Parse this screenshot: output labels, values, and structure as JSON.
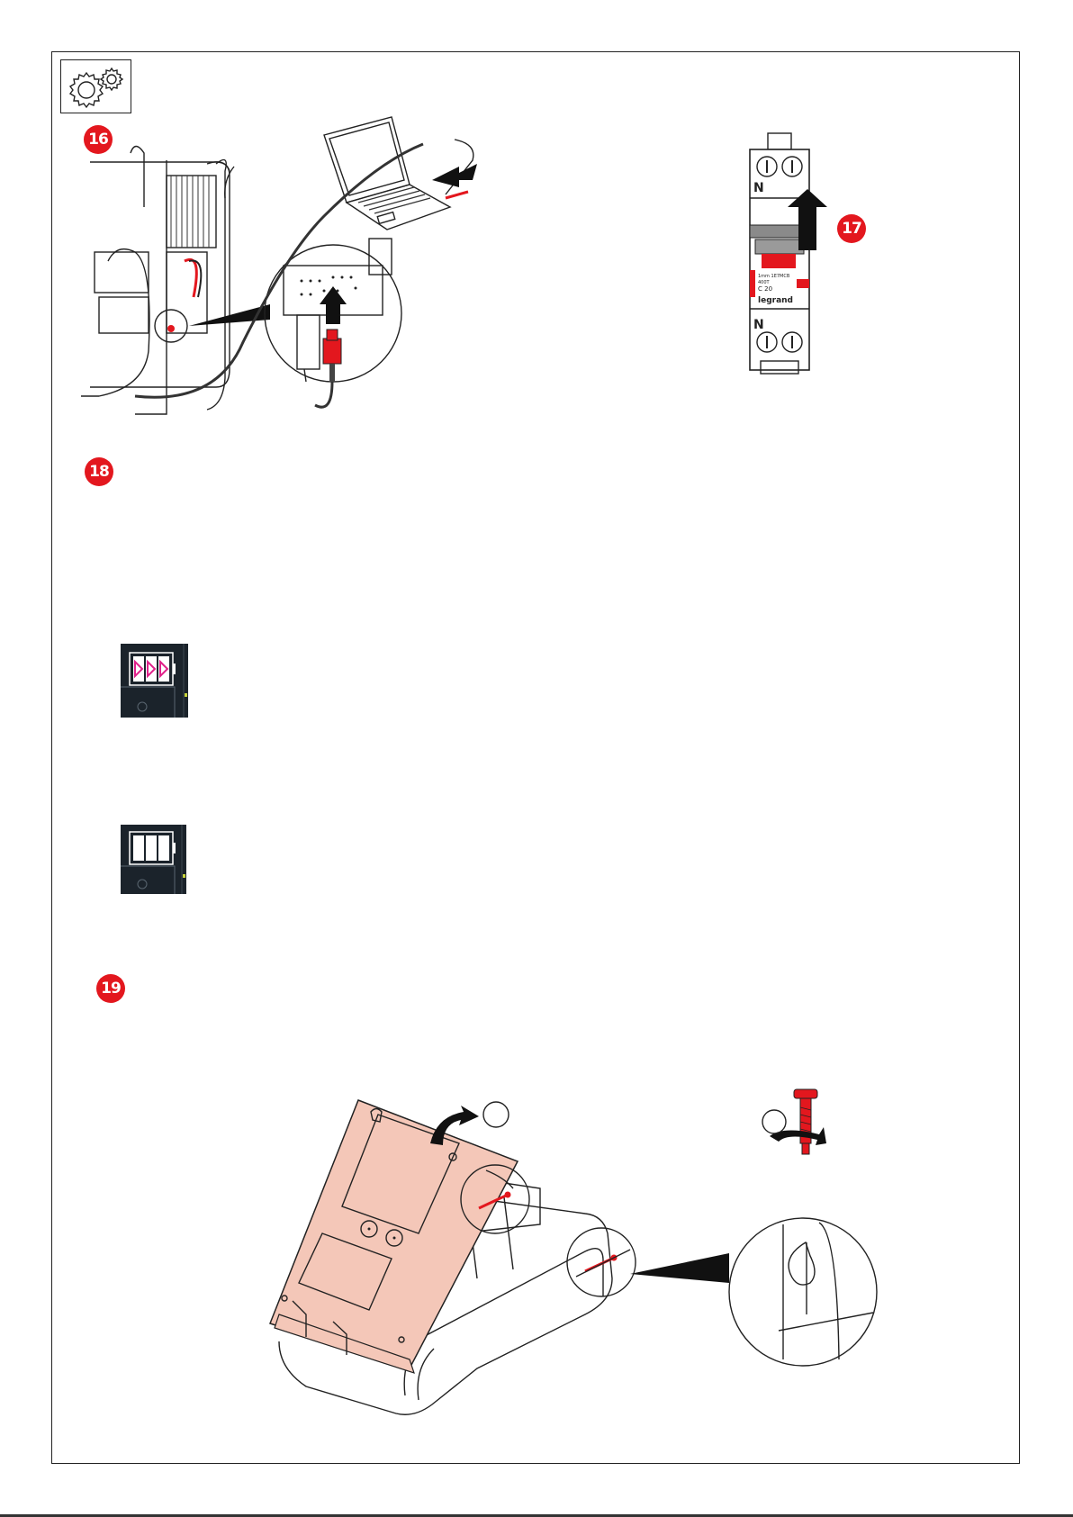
{
  "header": {
    "icon": "gears-icon"
  },
  "steps": [
    {
      "id": "16",
      "label": "16"
    },
    {
      "id": "17",
      "label": "17"
    },
    {
      "id": "18",
      "label": "18"
    },
    {
      "id": "19",
      "label": "19"
    }
  ],
  "breaker": {
    "terminal_top_label": "N",
    "terminal_bottom_label": "N",
    "brand": "legrand",
    "rating": "C 20"
  },
  "colors": {
    "accent": "#e3171e",
    "panel": "#f4c7b8",
    "screen": "#1b232b",
    "magenta": "#e0218a"
  }
}
